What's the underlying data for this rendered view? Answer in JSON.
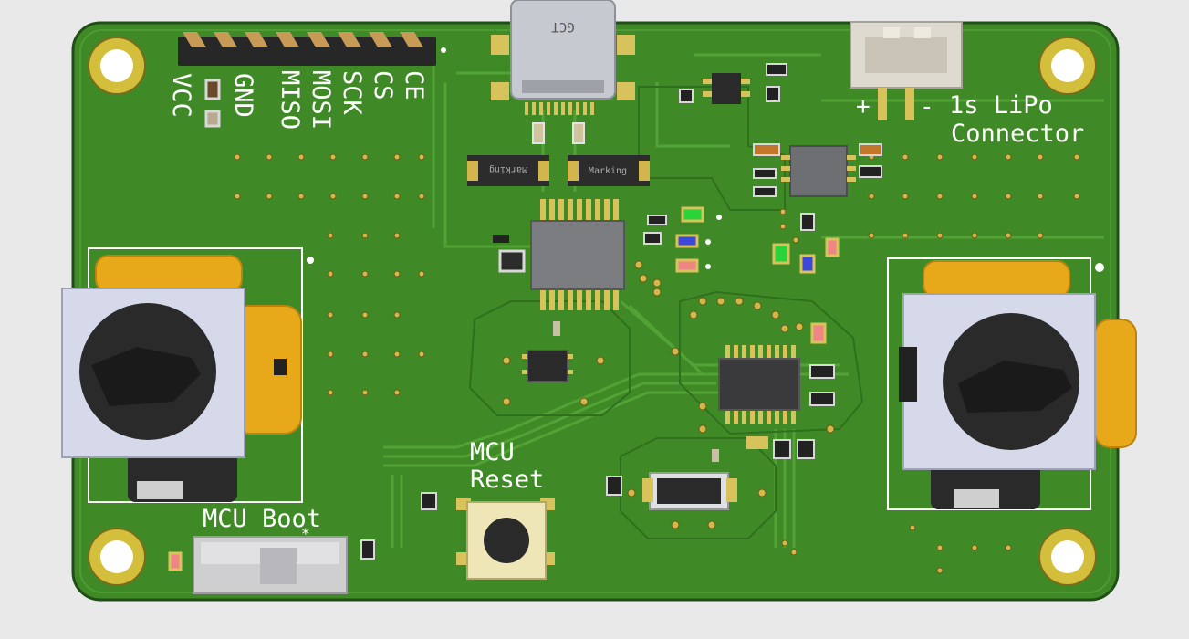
{
  "colors": {
    "background": "#e9e9ea",
    "board": "#3f8a26",
    "board_edge": "#1f4f14",
    "copper_trace": "#4d9a30",
    "silkscreen": "#ffffff",
    "mounting_hole": "#c8b33a",
    "joystick_yellow": "#e7a91a",
    "joystick_body": "#d6d9ea",
    "ic": "#2b2b2b",
    "led_green": "#29d33a",
    "led_blue": "#3d48d8",
    "led_red": "#e65a5a"
  },
  "header_pins": [
    "CE",
    "CS",
    "SCK",
    "MOSI",
    "MISO",
    "GND",
    "VCC"
  ],
  "usb": {
    "marking": "GCT"
  },
  "diodes": {
    "left_marking": "Marking",
    "right_marking": "Marking"
  },
  "battery": {
    "plus": "+",
    "minus": "-",
    "line1": "1s LiPo",
    "line2": "Connector"
  },
  "reset": {
    "line1": "MCU",
    "line2": "Reset"
  },
  "boot": {
    "label": "MCU Boot"
  },
  "icons": [
    "mounting-hole-icon",
    "joystick-icon",
    "usb-c-icon",
    "button-icon",
    "switch-icon"
  ]
}
